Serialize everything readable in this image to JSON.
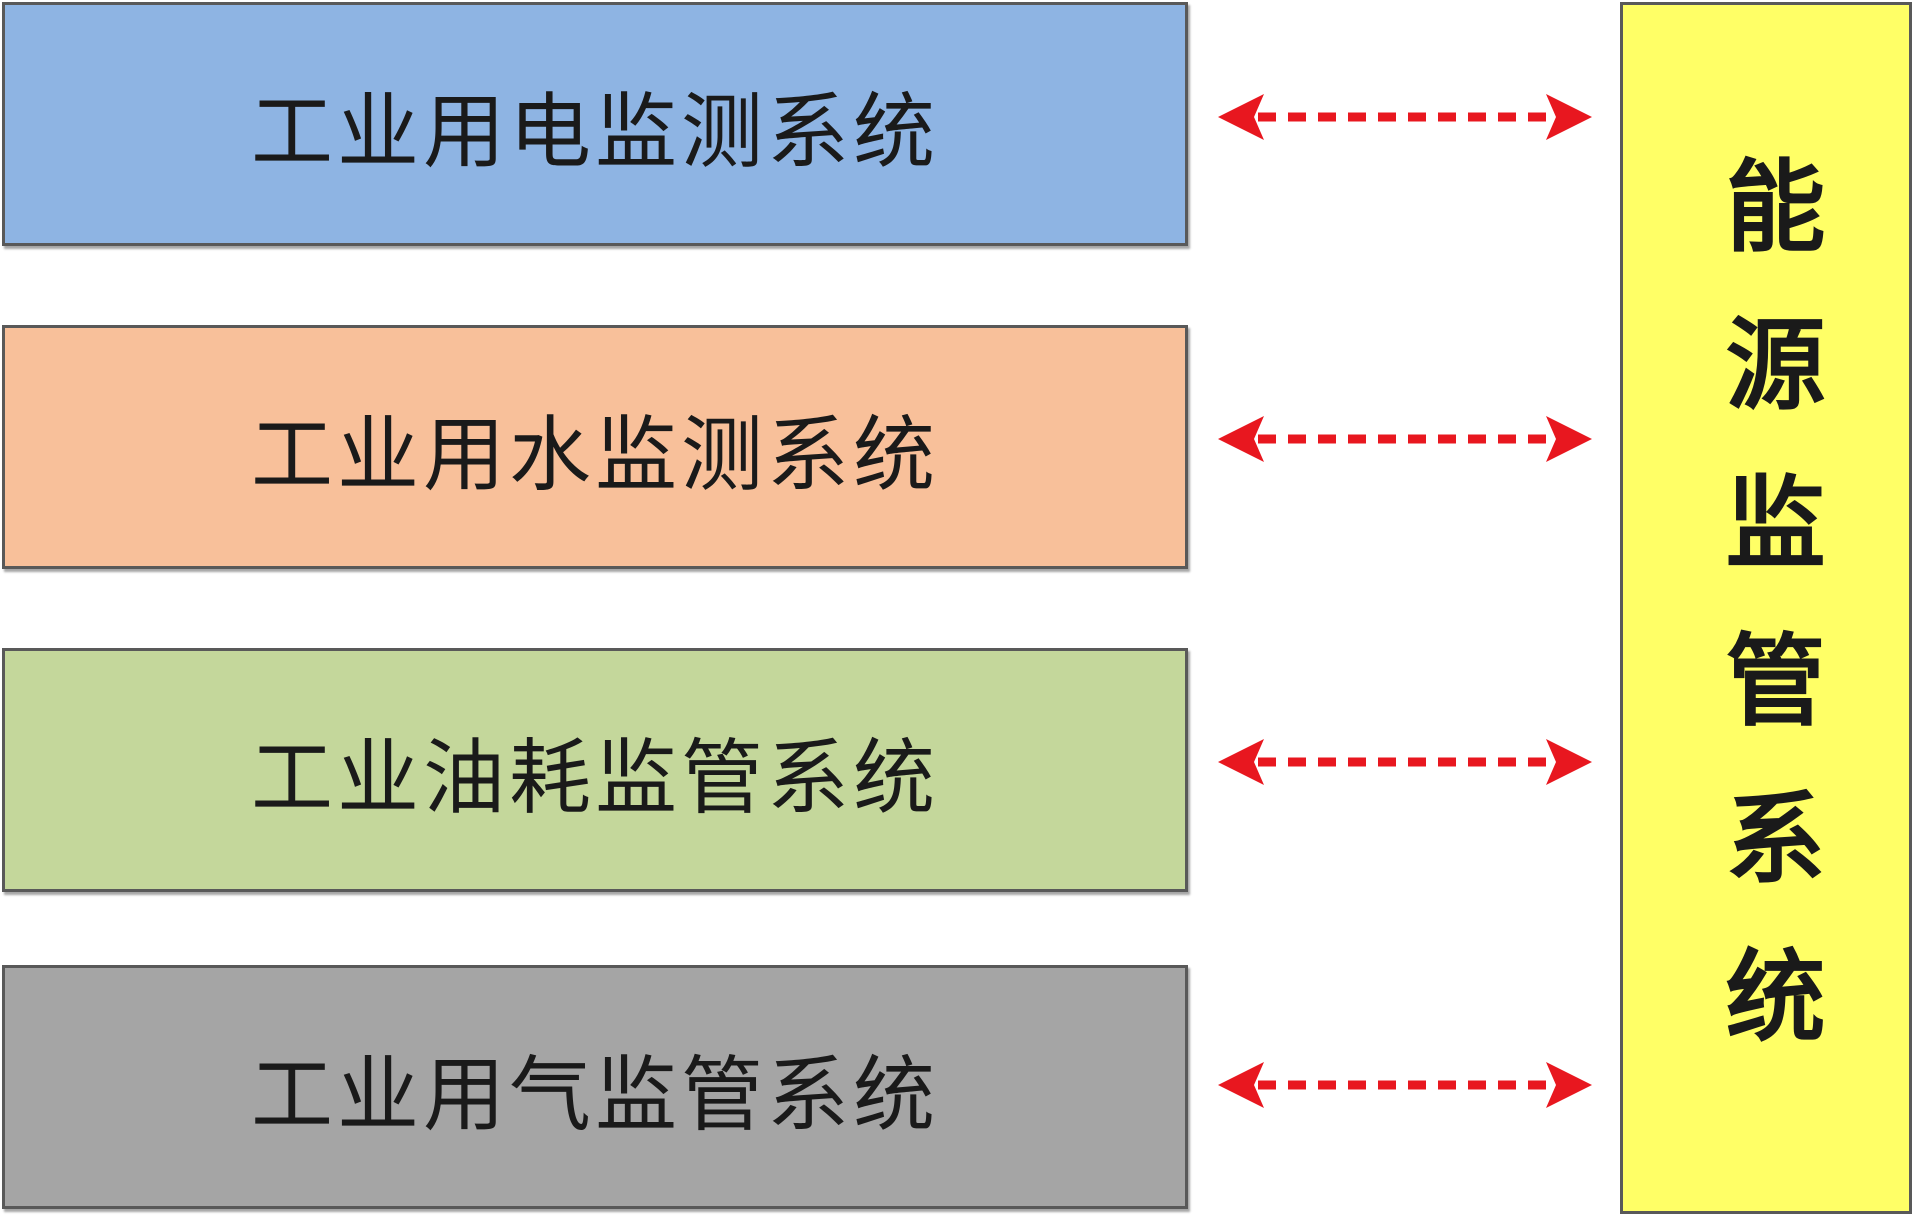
{
  "subsystems": [
    {
      "label": "工业用电监测系统",
      "color": "#8eb4e3"
    },
    {
      "label": "工业用水监测系统",
      "color": "#f8c09a"
    },
    {
      "label": "工业油耗监管系统",
      "color": "#c4d79b"
    },
    {
      "label": "工业用气监管系统",
      "color": "#a5a5a5"
    }
  ],
  "main_system": {
    "label": "能源监管系统",
    "color": "#ffff66"
  },
  "arrow_color": "#e8171f"
}
